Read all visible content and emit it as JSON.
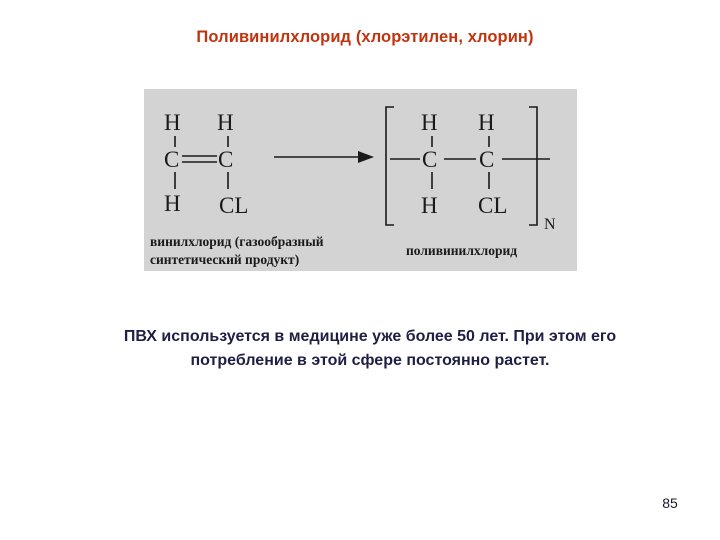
{
  "slide": {
    "title": "Поливинилхлорид (хлорэтилен, хлорин)",
    "body_line1": "ПВХ используется в медицине уже более 50 лет. При этом его",
    "body_line2": "потребление в этой сфере постоянно растет.",
    "page_number": "85"
  },
  "reaction": {
    "monomer": {
      "top_left": "H",
      "top_right": "H",
      "mid_left": "C",
      "mid_right": "C",
      "bottom_left": "H",
      "bottom_right": "CL",
      "caption_line1": "винилхлорид (газообразный",
      "caption_line2": "синтетический продукт)"
    },
    "polymer": {
      "top_left": "H",
      "top_right": "H",
      "mid_left": "C",
      "mid_right": "C",
      "bottom_left": "H",
      "bottom_right": "CL",
      "subscript": "N",
      "caption": "поливинилхлорид"
    }
  },
  "colors": {
    "title": "#c0340f",
    "body_text": "#1f1f45",
    "figure_bg": "#d3d3d3"
  }
}
